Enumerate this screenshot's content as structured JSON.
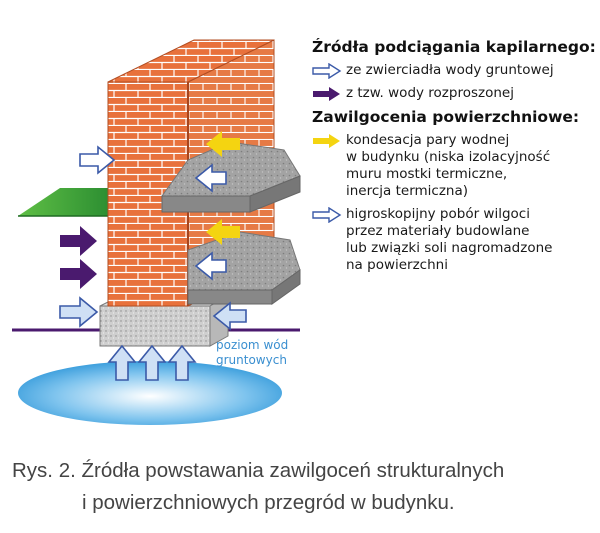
{
  "legend": {
    "heading_capillary": "Źródła podciągania kapilarnego:",
    "capillary_items": [
      {
        "icon": "white-outline-arrow-icon",
        "text": "ze zwierciadła wody gruntowej"
      },
      {
        "icon": "purple-arrow-icon",
        "text": "z tzw. wody rozproszonej"
      }
    ],
    "heading_surface": "Zawilgocenia powierzchniowe:",
    "surface_items": [
      {
        "icon": "yellow-arrow-icon",
        "text": "kondesacja pary wodnej\nw budynku (niska izolacyjność\nmuru mostki termiczne,\ninercja termiczna)"
      },
      {
        "icon": "white-outline-arrow-icon",
        "text": "higroskopijny pobór wilgoci\nprzez materiały budowlane\nlub związki soli nagromadzone\nna powierzchni"
      }
    ]
  },
  "groundwater_label": {
    "line1": "poziom wód",
    "line2": "gruntowych"
  },
  "caption": {
    "line1": "Rys. 2. Źródła powstawania zawilgoceń strukturalnych",
    "line2": "i powierzchniowych przegród w budynku."
  },
  "colors": {
    "brick": "#e8713c",
    "brick_dark": "#c9552a",
    "mortar": "#ffffff",
    "concrete": "#9a9a9a",
    "grass": "#3aa43c",
    "purple": "#4a1a6e",
    "yellow": "#f4d411",
    "arrow_outline": "#3b5aa8",
    "water": "#3aa0dc",
    "label_blue": "#3a8fd0"
  }
}
